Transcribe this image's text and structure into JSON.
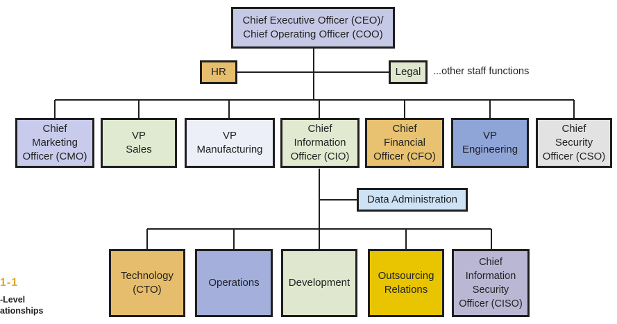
{
  "chart": {
    "ceo": {
      "label": "Chief Executive Officer (CEO)/\nChief Operating Officer (COO)",
      "color": "#c6c9e6"
    },
    "staff": [
      {
        "key": "hr",
        "label": "HR",
        "color": "#e6bd6c"
      },
      {
        "key": "legal",
        "label": "Legal",
        "color": "#dfe8cf"
      }
    ],
    "staff_note": "...other staff functions",
    "executives": [
      {
        "key": "cmo",
        "label": "Chief\nMarketing\nOfficer (CMO)",
        "color": "#c8cbeb"
      },
      {
        "key": "sales",
        "label": "VP\nSales",
        "color": "#e0ead0"
      },
      {
        "key": "mfg",
        "label": "VP\nManufacturing",
        "color": "#eceef8"
      },
      {
        "key": "cio",
        "label": "Chief\nInformation\nOfficer (CIO)",
        "color": "#e1e9d1"
      },
      {
        "key": "cfo",
        "label": "Chief\nFinancial\nOfficer (CFO)",
        "color": "#e8c270"
      },
      {
        "key": "eng",
        "label": "VP\nEngineering",
        "color": "#8fa5d8"
      },
      {
        "key": "cso",
        "label": "Chief\nSecurity\nOfficer (CSO)",
        "color": "#e2e2e2"
      }
    ],
    "data_admin": {
      "label": "Data Administration",
      "color": "#cde2f5"
    },
    "cio_reports": [
      {
        "key": "cto",
        "label": "Technology\n(CTO)",
        "color": "#e6bd6c"
      },
      {
        "key": "ops",
        "label": "Operations",
        "color": "#a4afdc"
      },
      {
        "key": "dev",
        "label": "Development",
        "color": "#dfe8cf"
      },
      {
        "key": "out",
        "label": "Outsourcing\nRelations",
        "color": "#e8c500"
      },
      {
        "key": "ciso",
        "label": "Chief\nInformation\nSecurity\nOfficer (CISO)",
        "color": "#b9b7d3"
      }
    ]
  },
  "figure": {
    "number": "1-1",
    "caption": "-Level\nationships"
  }
}
